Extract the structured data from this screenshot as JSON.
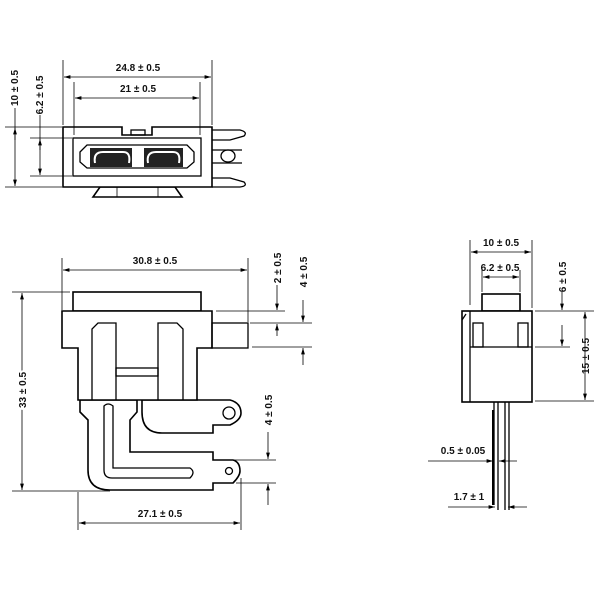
{
  "top_view": {
    "width_outer": "24.8 ± 0.5",
    "width_inner": "21 ± 0.5",
    "height_outer": "10 ± 0.5",
    "height_inner": "6.2 ± 0.5"
  },
  "side_view": {
    "width": "30.8 ± 0.5",
    "offset_top": "2 ± 0.5",
    "tab_height": "4 ± 0.5",
    "total_height": "33 ± 0.5",
    "pin_span": "27.1 ± 0.5",
    "pin_spacing": "4 ± 0.5"
  },
  "end_view": {
    "width": "10 ± 0.5",
    "cap_width": "6.2 ± 0.5",
    "upper_height": "6 ± 0.5",
    "body_height": "15 ± 0.5",
    "lead_thickness": "0.5 ± 0.05",
    "lead_spacing": "1.7 ± 1"
  }
}
